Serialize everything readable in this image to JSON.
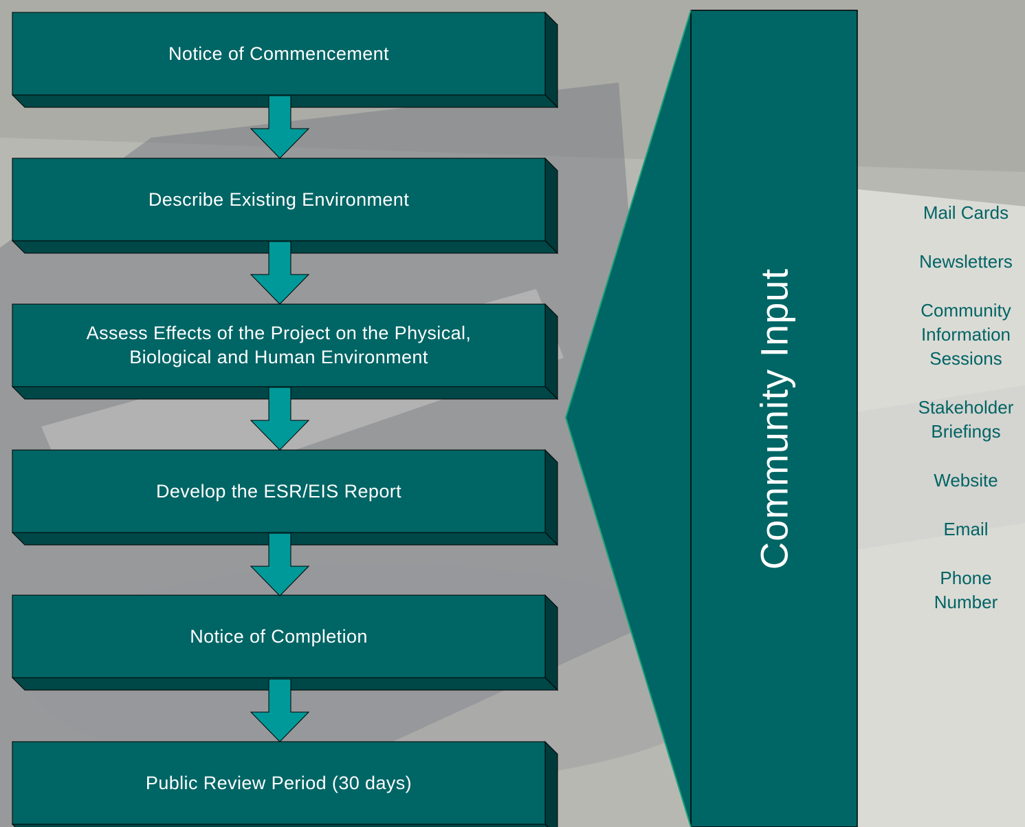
{
  "colors": {
    "box_fill": "#006565",
    "box_dark": "#003333",
    "box_mid": "#004d4d",
    "arrow_fill": "#009999",
    "channel_text": "#006464"
  },
  "steps": [
    {
      "label": "Notice of Commencement"
    },
    {
      "label": "Describe Existing Environment"
    },
    {
      "label": "Assess Effects of the Project on the Physical,\nBiological and Human Environment"
    },
    {
      "label": "Develop the ESR/EIS Report"
    },
    {
      "label": "Notice of Completion"
    },
    {
      "label": "Public Review Period (30 days)"
    }
  ],
  "community": {
    "label": "Community Input"
  },
  "channels": [
    {
      "label": "Mail Cards"
    },
    {
      "label": "Newsletters"
    },
    {
      "label": "Community\nInformation\nSessions"
    },
    {
      "label": "Stakeholder\nBriefings"
    },
    {
      "label": "Website"
    },
    {
      "label": "Email"
    },
    {
      "label": "Phone\nNumber"
    }
  ]
}
